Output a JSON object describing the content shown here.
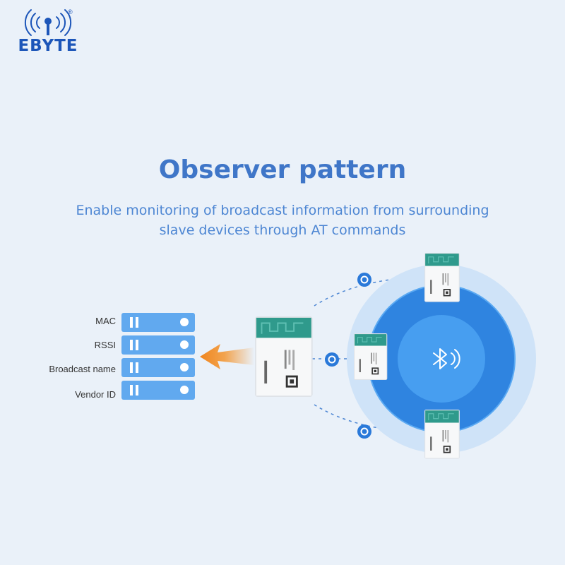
{
  "brand": {
    "name": "EBYTE",
    "registered_mark": "®"
  },
  "title": "Observer pattern",
  "subtitle": {
    "line1": "Enable monitoring of broadcast information from surrounding",
    "line2": "slave devices through AT commands"
  },
  "broadcast_fields": [
    "MAC",
    "RSSI",
    "Broadcast name",
    "Vendor ID"
  ],
  "colors": {
    "background": "#eaf1f9",
    "title": "#3f76c8",
    "subtitle": "#4d86d3",
    "brand": "#1d56b9",
    "server_rack": "#61a9ef",
    "arrow": "#f39a3a",
    "circle_outer": "#2a79d9",
    "circle_inner": "#3f95ee"
  },
  "icons": [
    "antenna-icon",
    "bluetooth-icon",
    "sync-icon",
    "server-rack-icon",
    "arrow-icon"
  ]
}
